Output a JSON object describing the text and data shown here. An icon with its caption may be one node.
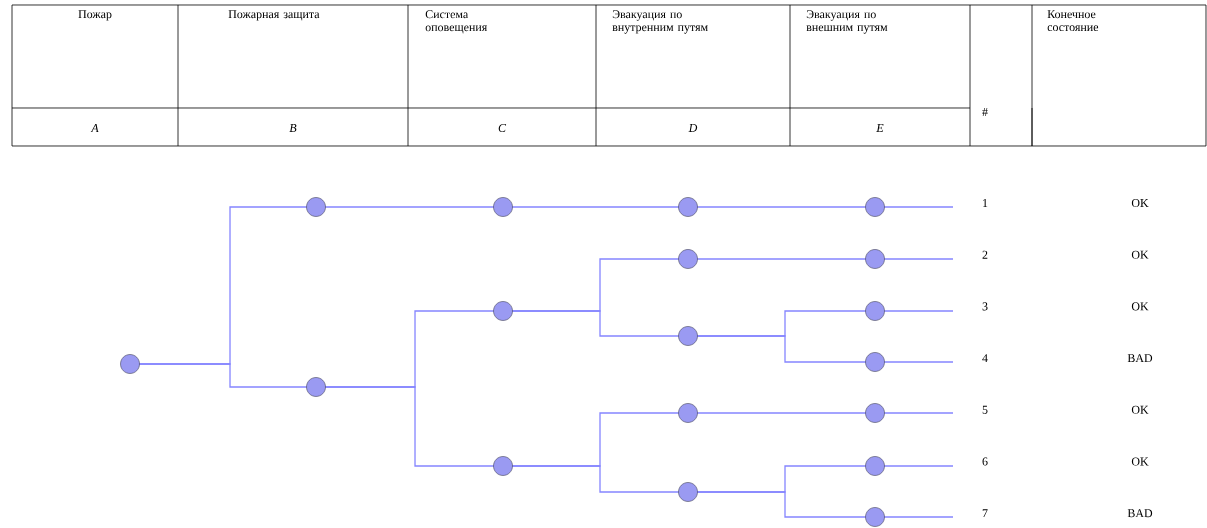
{
  "diagram": {
    "nodes": [
      {
        "text": [],
        "shape": "circle"
      },
      {
        "text": [],
        "shape": "circle"
      },
      {
        "text": [],
        "shape": "circle"
      },
      {
        "text": [],
        "shape": "circle"
      },
      {
        "text": [],
        "shape": "circle"
      },
      {
        "text": [],
        "shape": "circle"
      },
      {
        "text": [],
        "shape": "circle"
      },
      {
        "text": [],
        "shape": "circle"
      },
      {
        "text": [],
        "shape": "circle"
      },
      {
        "text": [],
        "shape": "circle"
      },
      {
        "text": [],
        "shape": "circle"
      },
      {
        "text": [],
        "shape": "circle"
      },
      {
        "text": [],
        "shape": "circle"
      },
      {
        "text": [],
        "shape": "circle"
      },
      {
        "text": [],
        "shape": "circle"
      },
      {
        "text": [],
        "shape": "circle"
      },
      {
        "text": [],
        "shape": "circle"
      },
      {
        "text": [],
        "shape": "circle"
      }
    ],
    "edges": [
      {
        "from": 0,
        "to": 1,
        "arrow": "none"
      },
      {
        "from": 0,
        "to": 2,
        "arrow": "none"
      },
      {
        "from": 1,
        "to": 3,
        "arrow": "none"
      },
      {
        "from": 2,
        "to": 4,
        "arrow": "none"
      },
      {
        "from": 2,
        "to": 5,
        "arrow": "none"
      },
      {
        "from": 3,
        "to": 6,
        "arrow": "none"
      },
      {
        "from": 4,
        "to": 7,
        "arrow": "none"
      },
      {
        "from": 4,
        "to": 8,
        "arrow": "none"
      },
      {
        "from": 5,
        "to": 9,
        "arrow": "none"
      },
      {
        "from": 5,
        "to": 10,
        "arrow": "none"
      },
      {
        "from": 6,
        "to": 11,
        "arrow": "none"
      },
      {
        "from": 7,
        "to": 12,
        "arrow": "none"
      },
      {
        "from": 8,
        "to": 13,
        "arrow": "none"
      },
      {
        "from": 8,
        "to": 14,
        "arrow": "none"
      },
      {
        "from": 9,
        "to": 15,
        "arrow": "none"
      },
      {
        "from": 10,
        "to": 16,
        "arrow": "none"
      },
      {
        "from": 10,
        "to": 17,
        "arrow": "none"
      },
      {
        "from": 11,
        "to": null,
        "arrow": "none"
      },
      {
        "from": 12,
        "to": null,
        "arrow": "none"
      },
      {
        "from": 13,
        "to": null,
        "arrow": "none"
      },
      {
        "from": 14,
        "to": null,
        "arrow": "none"
      },
      {
        "from": 15,
        "to": null,
        "arrow": "none"
      },
      {
        "from": 16,
        "to": null,
        "arrow": "none"
      },
      {
        "from": 17,
        "to": null,
        "arrow": "none"
      }
    ],
    "labels": [
      "Пожар",
      "Пожарная защита",
      "Система оповещения",
      "Эвакуация по внутренним путям",
      "Эвакуация по внешним путям",
      "#",
      "Конечное состояние",
      "A",
      "B",
      "C",
      "D",
      "E",
      "1",
      "OK",
      "2",
      "OK",
      "3",
      "OK",
      "4",
      "BAD",
      "5",
      "OK",
      "6",
      "OK",
      "7",
      "BAD"
    ]
  }
}
